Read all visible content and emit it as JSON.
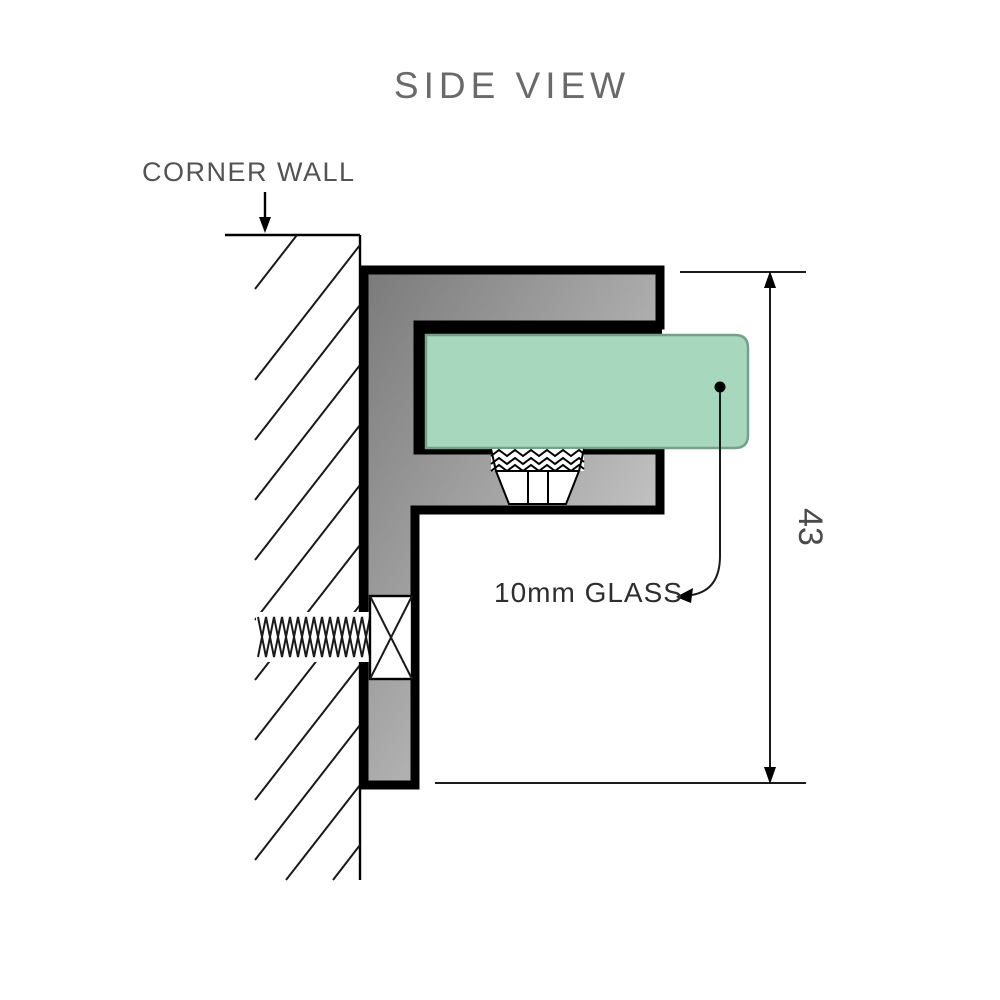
{
  "title": "SIDE VIEW",
  "wall": {
    "label": "CORNER WALL"
  },
  "glass": {
    "label": "10mm GLASS"
  },
  "dimension": {
    "value": "43"
  },
  "colors": {
    "glass_fill": "#a7d7bd",
    "glass_stroke": "#73a288",
    "bracket_dark": "#7a7a7a",
    "bracket_mid": "#aaaaaa",
    "bracket_light": "#dedede",
    "outline": "#000000",
    "title_text": "#6a6a6a",
    "wall_label_text": "#535353",
    "glass_label_text": "#2e2e2e",
    "dim_text": "#4a4a4a"
  }
}
